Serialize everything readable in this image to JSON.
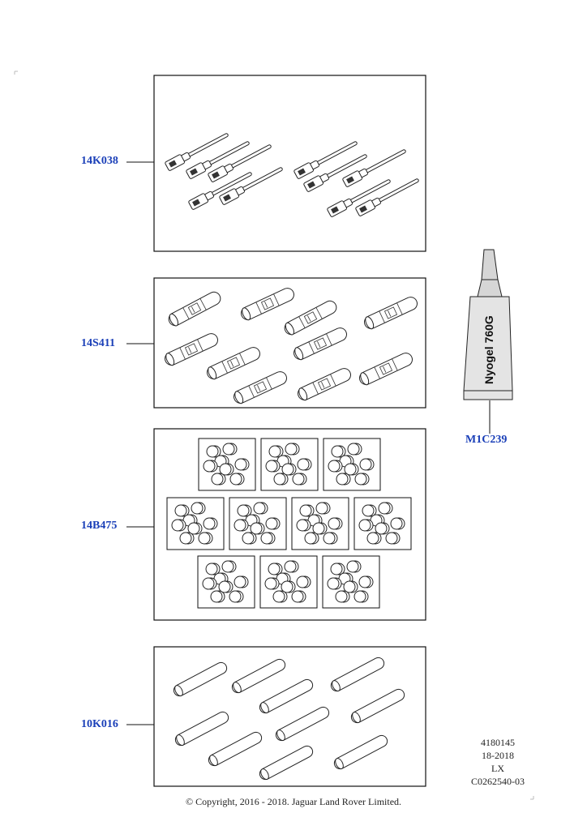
{
  "callouts": {
    "connectors": "14K038",
    "splices": "14S411",
    "seals": "14B475",
    "sleeves": "10K016",
    "grease": "M1C239"
  },
  "tube_label": "Nyogel 760G",
  "meta": {
    "number": "4180145",
    "date": "18-2018",
    "code": "LX",
    "ref": "C0262540-03"
  },
  "copyright": "© Copyright, 2016 - 2018. Jaguar Land Rover Limited."
}
